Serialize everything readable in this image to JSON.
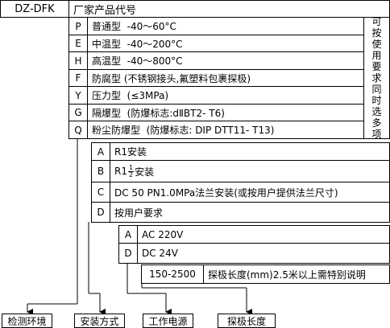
{
  "header": {
    "model": "DZ-DFK",
    "title": "厂家产品代号"
  },
  "environment": {
    "rows": [
      {
        "code": "P",
        "name": "普通型",
        "spec": "-40～60°C"
      },
      {
        "code": "E",
        "name": "中温型",
        "spec": "-40～200°C"
      },
      {
        "code": "H",
        "name": "高温型",
        "spec": "-40～800°C"
      },
      {
        "code": "F",
        "name": "防腐型",
        "spec": "(不锈钢接头,氟塑料包裹探极)"
      },
      {
        "code": "Y",
        "name": "压力型",
        "spec": "(≤3MPa)"
      },
      {
        "code": "G",
        "name": "隔爆型",
        "spec": "(防爆标志:dⅡBT2- T6)"
      },
      {
        "code": "Q",
        "name": "粉尘防爆型",
        "spec": "(防爆标志: DIP DTT11- T13)"
      }
    ],
    "note_chars": [
      "可",
      "按",
      "使",
      "用",
      "要",
      "求",
      "同",
      "时",
      "选",
      "多",
      "项"
    ]
  },
  "installation": {
    "rows": [
      {
        "code": "A",
        "text": "R1安装"
      },
      {
        "code": "B",
        "text_prefix": "R1",
        "frac_num": "1",
        "frac_den": "2",
        "text_suffix": "安装"
      },
      {
        "code": "C",
        "text": "DC 50 PN1.0MPa法兰安装(或按用户提供法兰尺寸)"
      },
      {
        "code": "D",
        "text": "按用户要求"
      }
    ]
  },
  "power": {
    "rows": [
      {
        "code": "A",
        "text": "AC 220V"
      },
      {
        "code": "D",
        "text": "DC 24V"
      }
    ]
  },
  "length": {
    "range": "150-2500",
    "desc": "探极长度(mm)2.5米以上需特别说明"
  },
  "legend": {
    "items": [
      {
        "label": "检测环境"
      },
      {
        "label": "安装方式"
      },
      {
        "label": "工作电源"
      },
      {
        "label": "探极长度"
      }
    ]
  }
}
